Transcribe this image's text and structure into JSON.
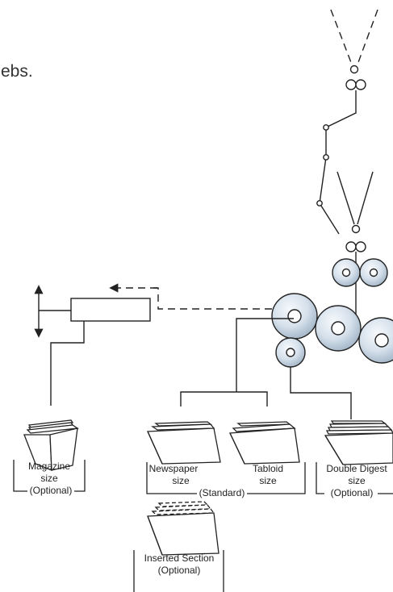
{
  "header": {
    "partial_text": "ebs."
  },
  "products": {
    "magazine": {
      "line1": "Magazine",
      "line2": "size",
      "line3": "(Optional)"
    },
    "newspaper": {
      "line1": "Newspaper",
      "line2": "size"
    },
    "tabloid": {
      "line1": "Tabloid",
      "line2": "size"
    },
    "standard": "(Standard)",
    "double_digest": {
      "line1": "Double Digest",
      "line2": "size",
      "line3": "(Optional)"
    },
    "inserted_section": {
      "line1": "Inserted Section",
      "line2": "(Optional)"
    }
  },
  "colors": {
    "line": "#222222",
    "roller_light": "#eef3f8",
    "roller_dark": "#9fb2c4"
  },
  "icons": [
    "folded-product-icon",
    "roller-icon",
    "arrow-icon"
  ]
}
